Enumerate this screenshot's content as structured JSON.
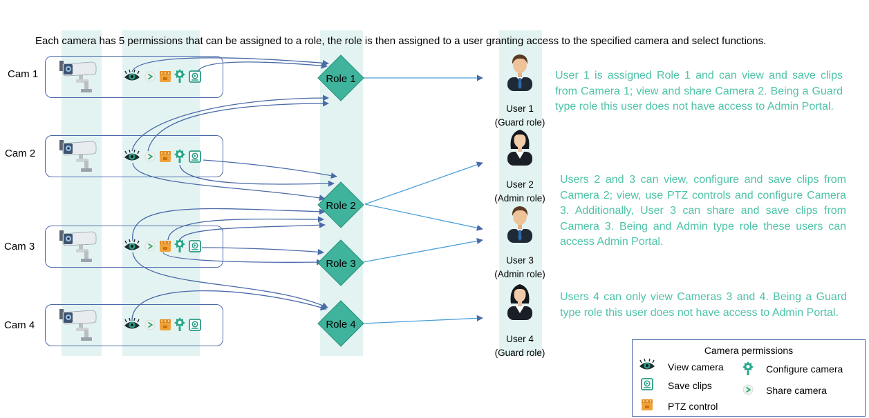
{
  "headline": "Each camera has 5 permissions that can be assigned to a role, the role is then assigned to a user granting access to the specified camera and select functions.",
  "cameras": [
    "Cam 1",
    "Cam 2",
    "Cam 3",
    "Cam 4"
  ],
  "roles": [
    "Role 1",
    "Role 2",
    "Role 3",
    "Role 4"
  ],
  "users": [
    {
      "name": "User 1",
      "role": "(Guard role)",
      "avatar": "male"
    },
    {
      "name": "User 2",
      "role": "(Admin role)",
      "avatar": "female"
    },
    {
      "name": "User 3",
      "role": "(Admin role)",
      "avatar": "male"
    },
    {
      "name": "User 4",
      "role": "(Guard role)",
      "avatar": "female"
    }
  ],
  "descriptions": [
    "User 1 is assigned Role 1 and can view and save clips from Camera 1; view and share Camera 2. Being a Guard  type role this user does not have access to Admin Portal.",
    "Users 2 and 3 can view, configure and save clips from Camera 2; view, use PTZ controls and configure Camera 3. Additionally, User 3 can share and save clips from Camera 3. Being and Admin type role these users can access Admin Portal.",
    "Users 4 can only view Cameras 3 and 4. Being a Guard type role this user does not have access to Admin Portal."
  ],
  "legend": {
    "title": "Camera permissions",
    "view": "View camera",
    "configure": "Configure camera",
    "save": "Save clips",
    "share": "Share camera",
    "ptz": "PTZ control"
  },
  "colors": {
    "role_fill": "#3fb39c",
    "band": "#e3f3f2",
    "box_border": "#4a6aa8",
    "arrow": "#4a6aa8",
    "description_text": "#4ec3a8"
  }
}
